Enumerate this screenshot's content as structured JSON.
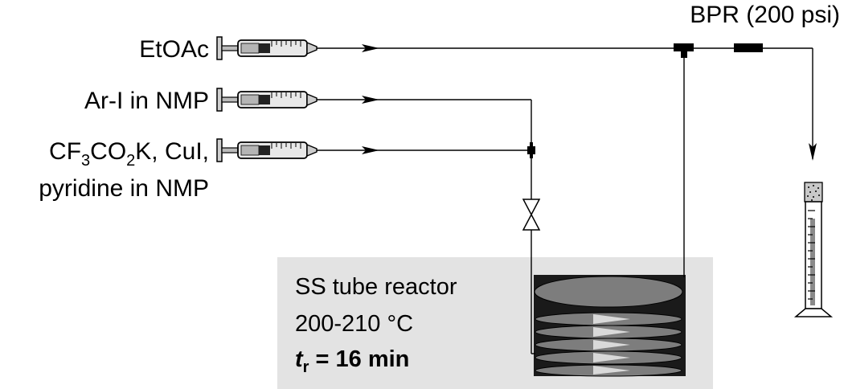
{
  "labels": {
    "etoac": "EtOAc",
    "ari": "Ar-I in NMP",
    "cf3_line1": {
      "a": "CF",
      "s1": "3",
      "b": "CO",
      "s2": "2",
      "c": "K, CuI,"
    },
    "cf3_line2": "pyridine in NMP",
    "bpr": "BPR (200 psi)"
  },
  "reactor": {
    "line1": "SS tube reactor",
    "line2": "200-210 °C",
    "line3": {
      "t": "t",
      "sub": "r",
      "rest": " = 16 min"
    }
  },
  "colors": {
    "reactor_box": "#e3e3e3",
    "coil_fill": "#7d7d7d",
    "coil_bg": "#1a1a1a",
    "syringe_fill": "#e8e8e8"
  }
}
